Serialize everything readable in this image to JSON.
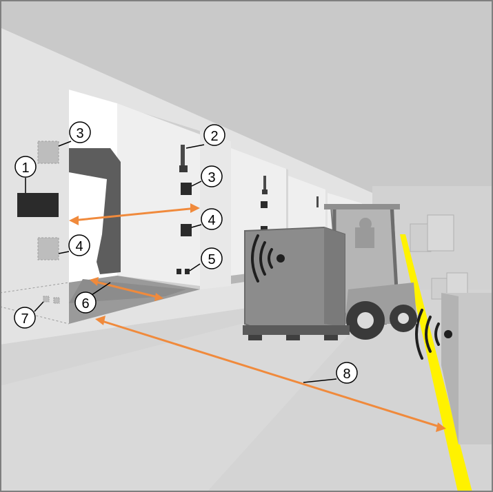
{
  "colors": {
    "frame": "#7f7f7f",
    "wall": "#dcdcdc",
    "wall_light": "#e9e9e9",
    "ceiling": "#c8c8c8",
    "floor": "#cfcfcf",
    "floor_light": "#e2e2e2",
    "dock_shadow": "#9a9a9a",
    "dock_dark": "#5e5e5e",
    "sensor_dark": "#2b2b2b",
    "ghost_sensor": "#bdbdbd",
    "arrow": "#f08a3c",
    "yellow_line": "#fff200",
    "pallet": "#8c8c8c",
    "forklift": "#a9a9a9"
  },
  "icons": [
    "antenna-icon",
    "wireless-signal-icon",
    "forklift-icon",
    "pallet-icon"
  ],
  "callouts": [
    {
      "id": "callout-1",
      "label": "1"
    },
    {
      "id": "callout-2",
      "label": "2"
    },
    {
      "id": "callout-3a",
      "label": "3"
    },
    {
      "id": "callout-3b",
      "label": "3"
    },
    {
      "id": "callout-4a",
      "label": "4"
    },
    {
      "id": "callout-4b",
      "label": "4"
    },
    {
      "id": "callout-5",
      "label": "5"
    },
    {
      "id": "callout-6",
      "label": "6"
    },
    {
      "id": "callout-7",
      "label": "7"
    },
    {
      "id": "callout-8",
      "label": "8"
    }
  ]
}
